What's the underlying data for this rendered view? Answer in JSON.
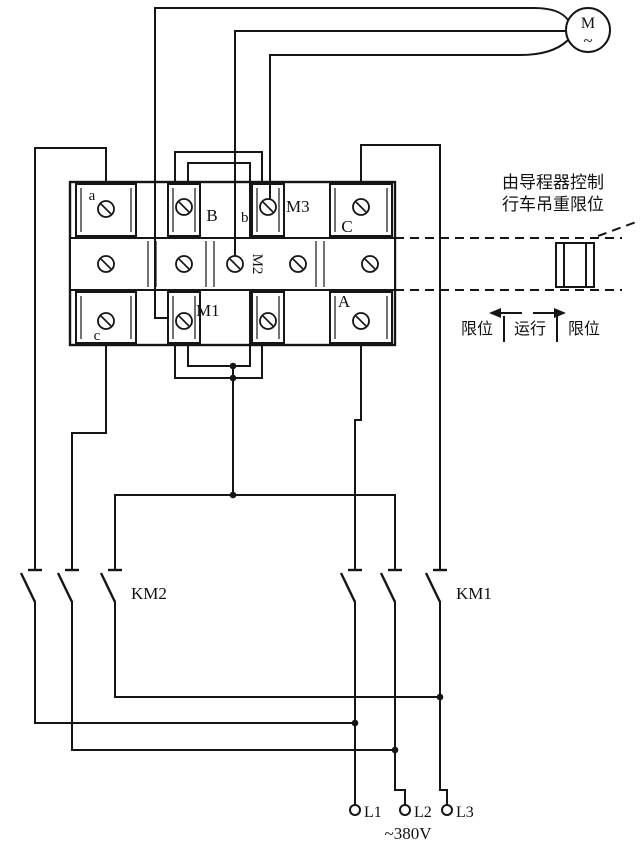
{
  "motor": {
    "label": "M",
    "phase": "~"
  },
  "terminal_block": {
    "a": "a",
    "B": "B",
    "b": "b",
    "M3": "M3",
    "C": "C",
    "M2": "M2",
    "M1": "M1",
    "A": "A",
    "c": "c"
  },
  "contactors": {
    "km2": "KM2",
    "km1": "KM1"
  },
  "power": {
    "l1": "L1",
    "l2": "L2",
    "l3": "L3",
    "voltage": "~380V"
  },
  "annotations": {
    "controller_line1": "由导程器控制",
    "controller_line2": "行车吊重限位",
    "limit_left": "限位",
    "run": "运行",
    "limit_right": "限位"
  }
}
